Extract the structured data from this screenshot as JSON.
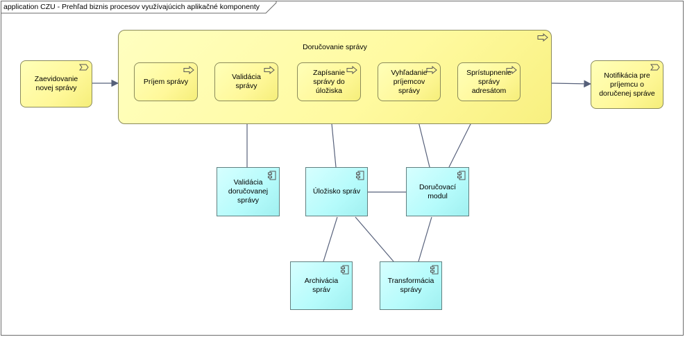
{
  "diagram": {
    "title": "application CZU - Prehľad biznis procesov využívajúcich aplikačné komponenty",
    "outer_process": {
      "label": "Doručovanie správy"
    },
    "start_event": {
      "label": "Zaevidovanie novej správy"
    },
    "end_event": {
      "label": "Notifikácia pre príjemcu o doručenej správe"
    },
    "processes": [
      {
        "label": "Príjem správy"
      },
      {
        "label": "Validácia správy"
      },
      {
        "label": "Zapísanie správy do úložiska"
      },
      {
        "label": "Vyhľadanie príjemcov správy"
      },
      {
        "label": "Sprístupnenie správy adresátom"
      }
    ],
    "components": [
      {
        "label": "Validácia doručovanej správy"
      },
      {
        "label": "Úložisko správ"
      },
      {
        "label": "Doručovací modul"
      },
      {
        "label": "Archivácia správ"
      },
      {
        "label": "Transformácia správy"
      }
    ],
    "colors": {
      "business": "#fff89a",
      "application": "#b5fbfb",
      "edge": "#56607a"
    }
  }
}
